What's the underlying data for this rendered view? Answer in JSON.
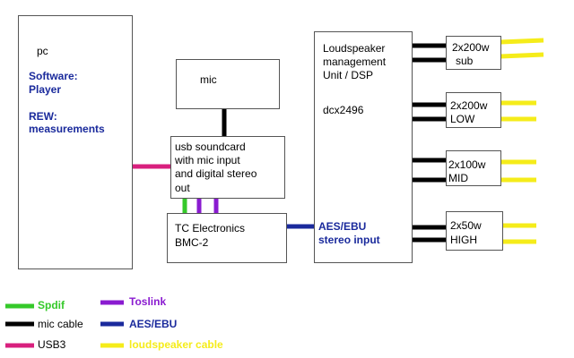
{
  "pc": {
    "title": "pc",
    "software_label": "Software:",
    "software_value": "Player",
    "rew_label": "REW:",
    "rew_value": "measurements"
  },
  "mic": {
    "label": "mic"
  },
  "soundcard": {
    "lines": [
      "usb soundcard",
      "with mic input",
      "and digital stereo",
      "out"
    ]
  },
  "tc": {
    "lines": [
      "TC Electronics",
      "BMC-2"
    ]
  },
  "dsp": {
    "lines": [
      "Loudspeaker",
      "management",
      "Unit / DSP"
    ],
    "model": "dcx2496",
    "input_lines": [
      "AES/EBU",
      "stereo input"
    ]
  },
  "amps": [
    {
      "name": "amp-sub",
      "lines": [
        "2x200w",
        "sub"
      ]
    },
    {
      "name": "amp-low",
      "lines": [
        "2x200w",
        "LOW"
      ]
    },
    {
      "name": "amp-mid",
      "lines": [
        "2x100w",
        "MID"
      ]
    },
    {
      "name": "amp-high",
      "lines": [
        "2x50w",
        "HIGH"
      ]
    }
  ],
  "legend": [
    {
      "name": "spdif",
      "label": "Spdif",
      "color": "#35c92a"
    },
    {
      "name": "mic-cable",
      "label": "mic cable",
      "color": "#000000"
    },
    {
      "name": "usb3",
      "label": "USB3",
      "color": "#d8207e"
    },
    {
      "name": "toslink",
      "label": "Toslink",
      "color": "#8a1bd0"
    },
    {
      "name": "aes-ebu",
      "label": "AES/EBU",
      "color": "#1a2a9c"
    },
    {
      "name": "loudspeaker-cable",
      "label": "loudspeaker cable",
      "color": "#f5ec1a"
    }
  ],
  "colors": {
    "blue_text": "#1a2a9c",
    "box_border": "#555555"
  }
}
